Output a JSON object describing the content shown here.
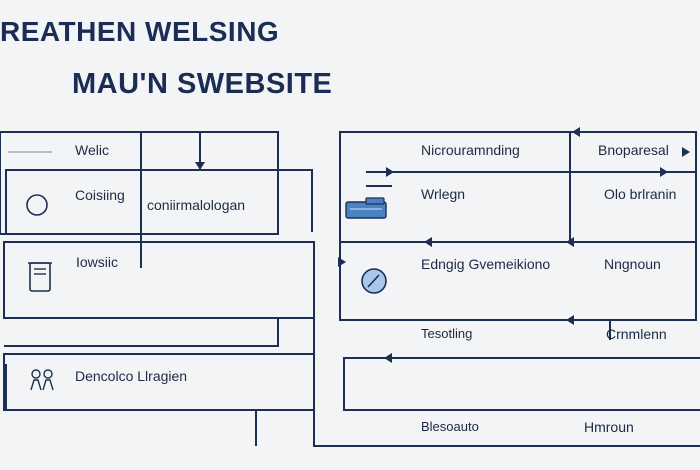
{
  "title": {
    "line1": "REATHEN WELSING",
    "line2": "MAU'N SWEBSITE"
  },
  "left_panel": {
    "box1_label": "Welic",
    "box2_label": "Coisiing",
    "box2_sublabel": "coniirmalologan",
    "box3_label": "Iowsiic",
    "box4_label": "Dencolco Llragien"
  },
  "right_panel": {
    "row1_left": "Nicrouramnding",
    "row1_right": "Bnoparesal",
    "row2_left": "Wrlegn",
    "row2_right": "Olo  brlranin",
    "row3_left": "Edngig Gvemeikiono",
    "row3_right": "Nngnoun",
    "row4_left": "Tesotling",
    "row4_right": "Crnmlenn",
    "row5_left": "Blesoauto",
    "row5_right": "Hmroun"
  },
  "icons": [
    "circle-icon",
    "trash-can-icon",
    "people-icon",
    "folder-icon",
    "clock-icon"
  ],
  "colors": {
    "line": "#1d2f52",
    "accent": "#4a82c4",
    "background": "#f3f4f6"
  }
}
